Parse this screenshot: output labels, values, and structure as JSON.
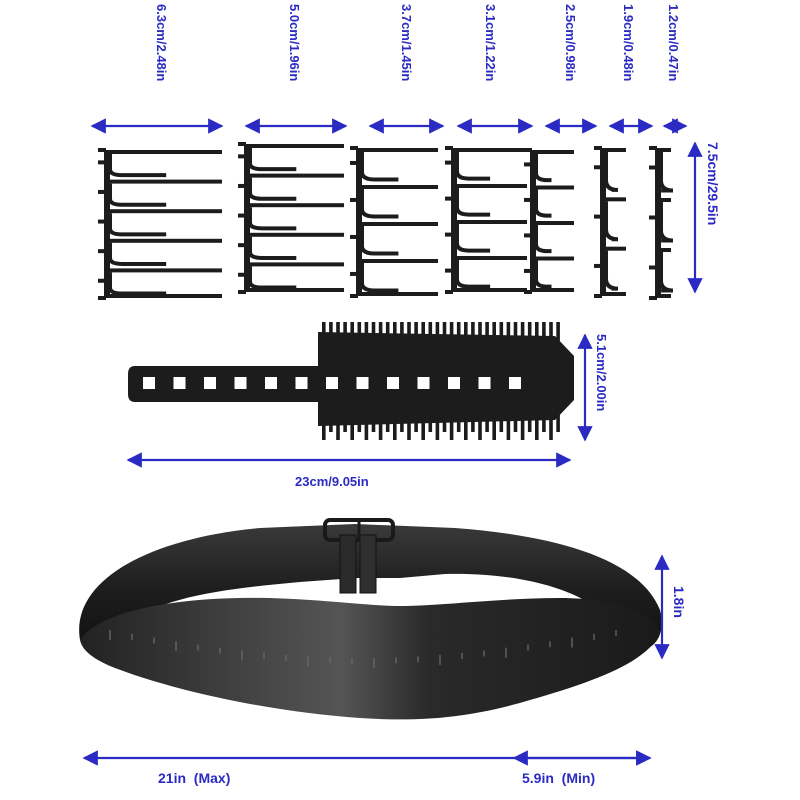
{
  "colors": {
    "dimension": "#2b2bc4",
    "product": "#1c1c1c",
    "product_highlight": "#4a4a4a",
    "background": "#ffffff"
  },
  "guards": {
    "widths": [
      "6.3cm/2.48in",
      "5.0cm/1.96in",
      "3.7cm/1.45in",
      "3.1cm/1.22in",
      "2.5cm/0.98in",
      "1.9cm/0.48in",
      "1.2cm/0.47in"
    ],
    "height": "7.5cm/29.5in"
  },
  "comb": {
    "height": "5.1cm/2.00in",
    "length": "23cm/9.05in"
  },
  "band": {
    "height": "1.8in",
    "max_length": "21in  (Max)",
    "min_length": "5.9in  (Min)"
  }
}
